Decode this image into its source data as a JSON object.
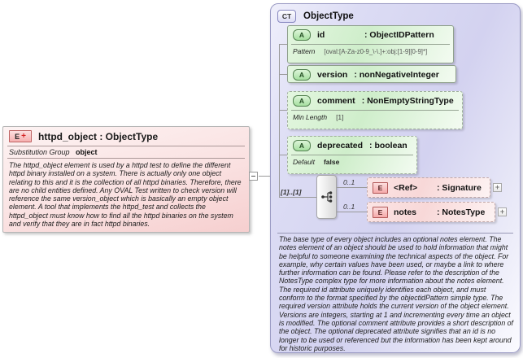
{
  "colors": {
    "element_pink": "#f8d7d7",
    "attribute_green": "#cfeecb",
    "complex_type_lavender": "#d3d2f0",
    "line_gray": "#9a9a9a"
  },
  "element_box": {
    "badge": "E",
    "badge_plus": "+",
    "title": "httpd_object : ObjectType",
    "substitution_group_label": "Substitution Group",
    "substitution_group_value": "object",
    "documentation": "The httpd_object element is used by a httpd test to define the different httpd binary installed on a system. There is actually only one object relating to this and it is the collection of all httpd binaries. Therefore, there are no child entities defined. Any OVAL Test written to check version will reference the same version_object which is basically an empty object element. A tool that implements the httpd_test and collects the httpd_object must know how to find all the httpd binaries on the system and verify that they are in fact httpd binaries."
  },
  "connector": {
    "collapse_symbol": "−"
  },
  "complex_type_box": {
    "badge": "CT",
    "title": "ObjectType",
    "attributes": [
      {
        "badge": "A",
        "name": "id",
        "type": ": ObjectIDPattern",
        "facet_label": "Pattern",
        "facet_value": "[oval:[A-Za-z0-9_\\-\\.]+:obj:[1-9][0-9]*]"
      },
      {
        "badge": "A",
        "name": "version",
        "type": ": nonNegativeInteger"
      },
      {
        "badge": "A",
        "name": "comment",
        "type": ": NonEmptyStringType",
        "facet_label": "Min Length",
        "facet_value": "[1]"
      },
      {
        "badge": "A",
        "name": "deprecated",
        "type": ": boolean",
        "facet_label": "Default",
        "facet_value": "false"
      }
    ],
    "sequence": {
      "cardinality": "[1]..[1]"
    },
    "children": [
      {
        "badge": "E",
        "occurs": "0..1",
        "name": "<Ref>",
        "type": ": Signature",
        "expand_symbol": "+"
      },
      {
        "badge": "E",
        "occurs": "0..1",
        "name": "notes",
        "type": ": NotesType",
        "expand_symbol": "+"
      }
    ],
    "documentation": "The base type of every object includes an optional notes element. The notes element of an object should be used to hold information that might be helpful to someone examining the technical aspects of the object. For example, why certain values have been used, or maybe a link to where further information can be found. Please refer to the description of the NotesType complex type for more information about the notes element. The required id attribute uniquely identifies each object, and must conform to the format specified by the objectidPattern simple type. The required version attribute holds the current version of the object element. Versions are integers, starting at 1 and incrementing every time an object is modified. The optional comment attribute provides a short description of the object. The optional deprecated attribute signifies that an id is no longer to be used or referenced but the information has been kept around for historic purposes."
  }
}
